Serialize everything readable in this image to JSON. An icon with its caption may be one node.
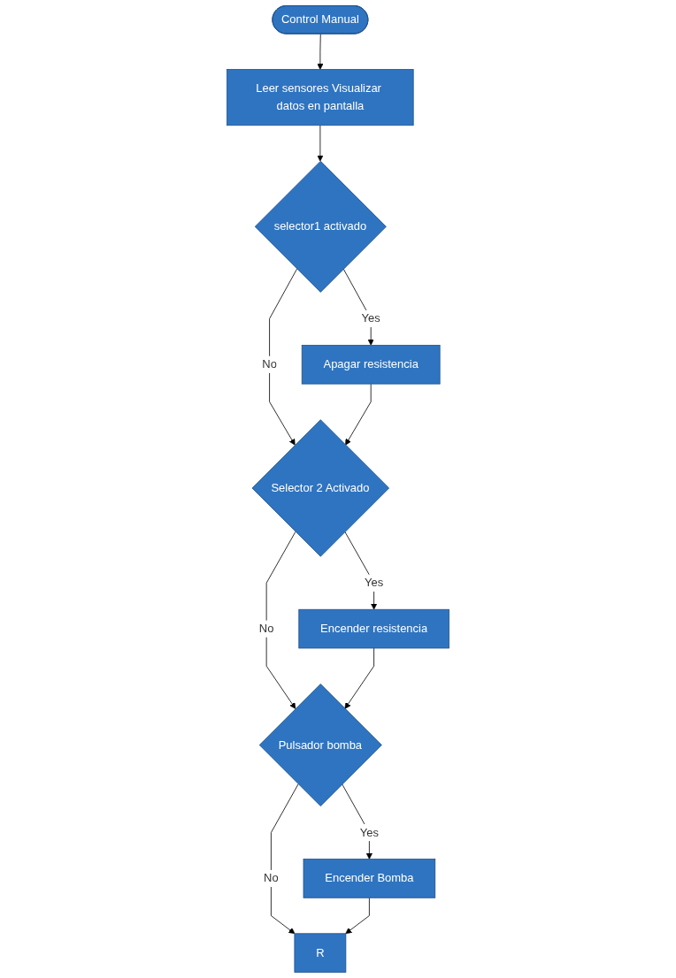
{
  "diagram": {
    "nodes": [
      {
        "text": [
          "Control Manual"
        ]
      },
      {
        "text": [
          "Leer sensores Visualizar datos en pantalla"
        ]
      },
      {
        "text": [
          "selector1 activado"
        ]
      },
      {
        "text": [
          "Apagar resistencia"
        ]
      },
      {
        "text": [
          "Selector 2 Activado"
        ]
      },
      {
        "text": [
          "Encender resistencia"
        ]
      },
      {
        "text": [
          "Pulsador bomba"
        ]
      },
      {
        "text": [
          "Encender Bomba"
        ]
      },
      {
        "text": [
          "R"
        ]
      }
    ],
    "edges": [
      {
        "from": 0,
        "to": 1,
        "arrow": "to"
      },
      {
        "from": 1,
        "to": 2,
        "arrow": "to"
      },
      {
        "from": 2,
        "to": 3,
        "arrow": "to",
        "label": "Yes"
      },
      {
        "from": 2,
        "to": 4,
        "arrow": "to",
        "label": "No"
      },
      {
        "from": 3,
        "to": 4,
        "arrow": "to"
      },
      {
        "from": 4,
        "to": 5,
        "arrow": "to",
        "label": "Yes"
      },
      {
        "from": 4,
        "to": 6,
        "arrow": "to",
        "label": "No"
      },
      {
        "from": 5,
        "to": 6,
        "arrow": "to"
      },
      {
        "from": 6,
        "to": 7,
        "arrow": "to",
        "label": "Yes"
      },
      {
        "from": 6,
        "to": 8,
        "arrow": "to",
        "label": "No"
      },
      {
        "from": 7,
        "to": 8,
        "arrow": "to"
      }
    ]
  }
}
